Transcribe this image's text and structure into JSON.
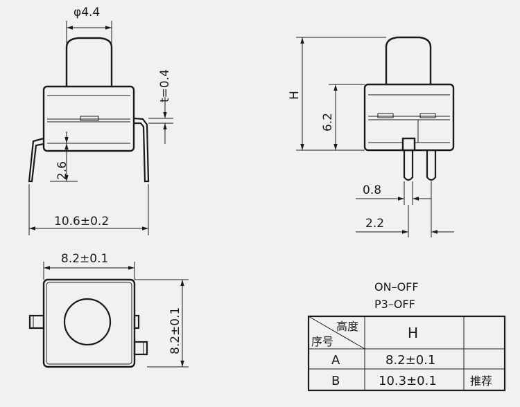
{
  "front_view": {
    "diameter_label": "φ4.4",
    "thickness_label": "t=0.4",
    "pin_height_label": "2.6",
    "width_label": "10.6±0.2"
  },
  "side_view": {
    "height_label": "H",
    "body_height_label": "6.2",
    "pin_width_label": "0.8",
    "pin_pitch_label": "2.2"
  },
  "top_view": {
    "width_label": "8.2±0.1",
    "depth_label": "8.2±0.1"
  },
  "variants": {
    "caption_line1": "ON–OFF",
    "caption_line2": "P3–OFF",
    "header_top": "高度",
    "header_bottom": "序号",
    "header_h": "H",
    "rows": [
      {
        "id": "A",
        "h": "8.2±0.1",
        "note": ""
      },
      {
        "id": "B",
        "h": "10.3±0.1",
        "note": "推荐"
      }
    ]
  }
}
